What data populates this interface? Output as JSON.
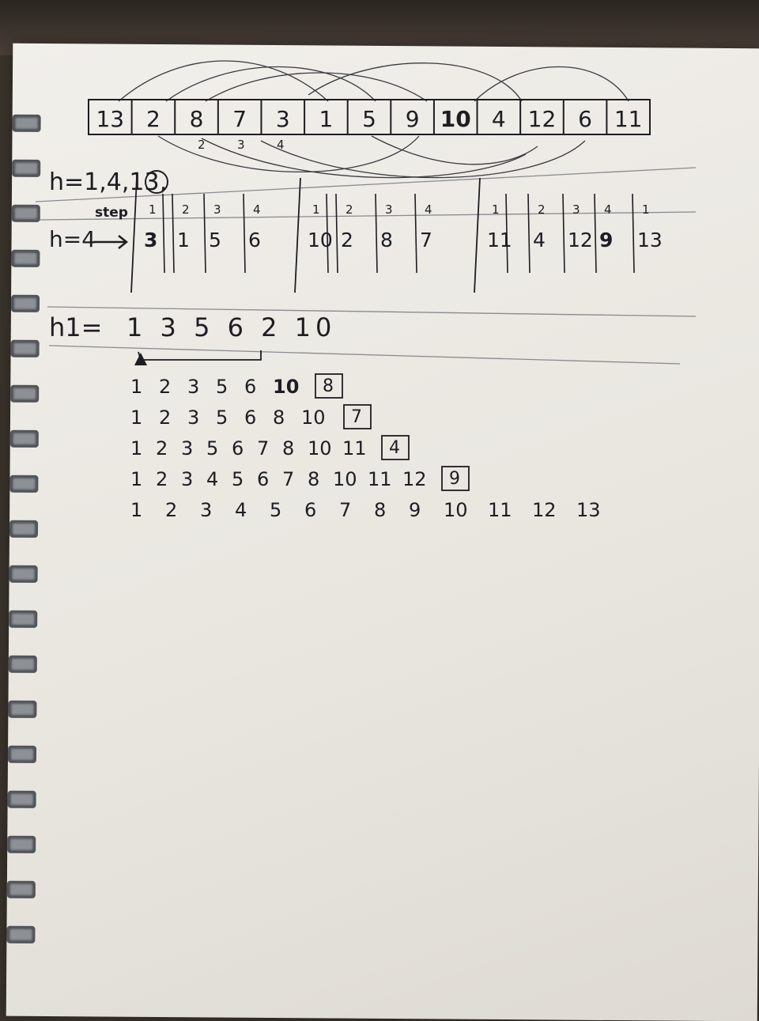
{
  "array": [
    "13",
    "2",
    "8",
    "7",
    "3",
    "1",
    "5",
    "9",
    "10",
    "4",
    "12",
    "6",
    "11"
  ],
  "array_index_marks": [
    "2",
    "3",
    "4"
  ],
  "gap_sequence_label": "h=1,4,13,",
  "step_label": "step",
  "h4_label": "h=4",
  "h4_groups": [
    {
      "steps": [
        "1",
        "2",
        "3",
        "4"
      ],
      "values": [
        "3",
        "1",
        "5",
        "6"
      ]
    },
    {
      "steps": [
        "1",
        "2",
        "3",
        "4"
      ],
      "values": [
        "10",
        "2",
        "8",
        "7"
      ]
    },
    {
      "steps": [
        "1",
        "2",
        "3",
        "4",
        "1"
      ],
      "values": [
        "11",
        "4",
        "12",
        "9",
        "13"
      ]
    }
  ],
  "h1_label": "h1=",
  "h1_sequence": "1 3 5 6 2 10",
  "insertion_rows": [
    {
      "seq": "1 2 3 5 6 10",
      "boxed": "8"
    },
    {
      "seq": "1 2 3 5 6 8 10",
      "boxed": "7"
    },
    {
      "seq": "1 2 3 5 6 7 8 10 11",
      "boxed": "4"
    },
    {
      "seq": "1 2 3 4 5 6 7 8 10 11 12",
      "boxed": "9"
    },
    {
      "seq": "1 2 3 4 5 6 7 8 9 10 11 12 13",
      "boxed": ""
    }
  ],
  "colors": {
    "ink": "#1d1d22",
    "paper": "#ece9e3",
    "pencil": "#7f7f84",
    "spiral": "#8d9196"
  }
}
